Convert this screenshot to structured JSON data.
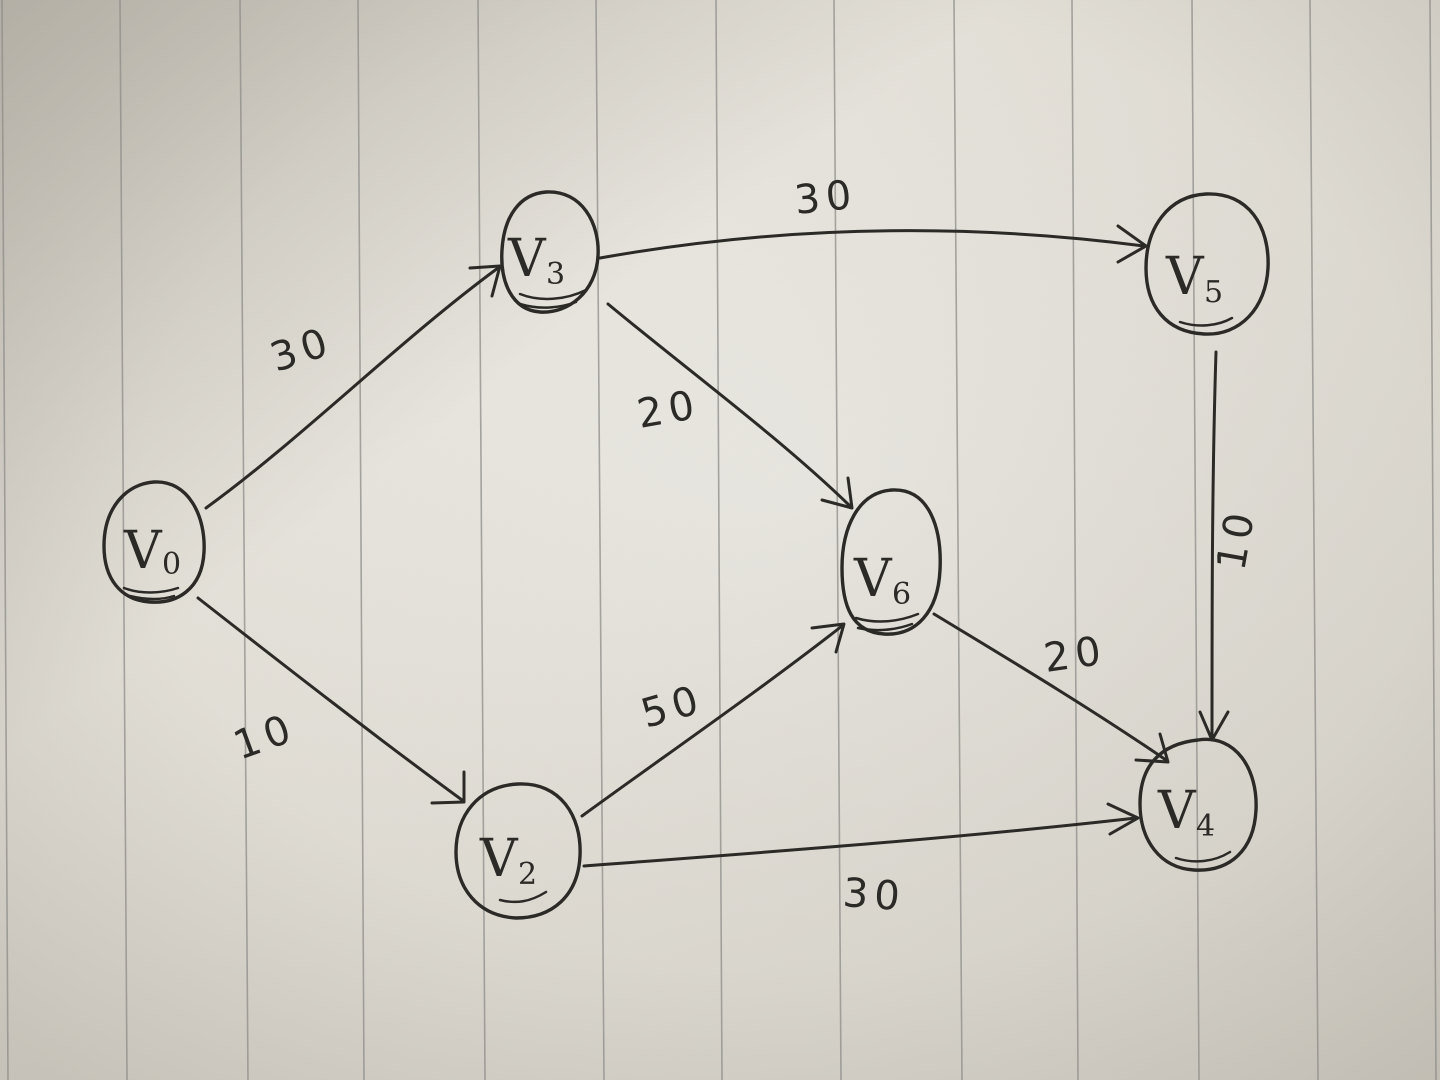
{
  "diagram": {
    "nodes": [
      {
        "id": "v0",
        "label": "V",
        "sub": "0"
      },
      {
        "id": "v3",
        "label": "V",
        "sub": "3"
      },
      {
        "id": "v2",
        "label": "V",
        "sub": "2"
      },
      {
        "id": "v6",
        "label": "V",
        "sub": "6"
      },
      {
        "id": "v5",
        "label": "V",
        "sub": "5"
      },
      {
        "id": "v4",
        "label": "V",
        "sub": "4"
      }
    ],
    "edges": [
      {
        "id": "e-v0-v3",
        "from": "v0",
        "to": "v3",
        "weight": "30"
      },
      {
        "id": "e-v0-v2",
        "from": "v0",
        "to": "v2",
        "weight": "10"
      },
      {
        "id": "e-v3-v5",
        "from": "v3",
        "to": "v5",
        "weight": "30"
      },
      {
        "id": "e-v3-v6",
        "from": "v3",
        "to": "v6",
        "weight": "20"
      },
      {
        "id": "e-v2-v6",
        "from": "v2",
        "to": "v6",
        "weight": "50"
      },
      {
        "id": "e-v2-v4",
        "from": "v2",
        "to": "v4",
        "weight": "30"
      },
      {
        "id": "e-v6-v4",
        "from": "v6",
        "to": "v4",
        "weight": "20"
      },
      {
        "id": "e-v5-v4",
        "from": "v5",
        "to": "v4",
        "weight": "10"
      }
    ]
  },
  "colors": {
    "paper": "#e7e4dd",
    "paper_shadow": "#bdb8ae",
    "ruling": "#8e8c88",
    "ink": "#2c2a27"
  }
}
